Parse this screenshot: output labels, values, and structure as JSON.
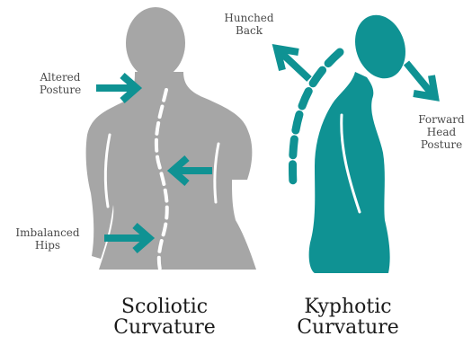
{
  "colors": {
    "scoliosis_body": "#a6a6a6",
    "kyphosis_body": "#0f9293",
    "arrow": "#0f9293",
    "spine_line": "#ffffff",
    "label_text": "#4a4a4a",
    "caption_text": "#1a1a1a"
  },
  "scoliotic": {
    "labels": {
      "altered_posture": [
        "Altered",
        "Posture"
      ],
      "imbalanced_hips": [
        "Imbalanced",
        "Hips"
      ]
    },
    "caption": [
      "Scoliotic",
      "Curvature"
    ]
  },
  "kyphotic": {
    "labels": {
      "hunched_back": [
        "Hunched",
        "Back"
      ],
      "forward_head_posture": [
        "Forward",
        "Head",
        "Posture"
      ]
    },
    "caption": [
      "Kyphotic",
      "Curvature"
    ]
  },
  "icons": [
    "scoliosis-figure-icon",
    "kyphosis-figure-icon",
    "arrow-icon"
  ]
}
